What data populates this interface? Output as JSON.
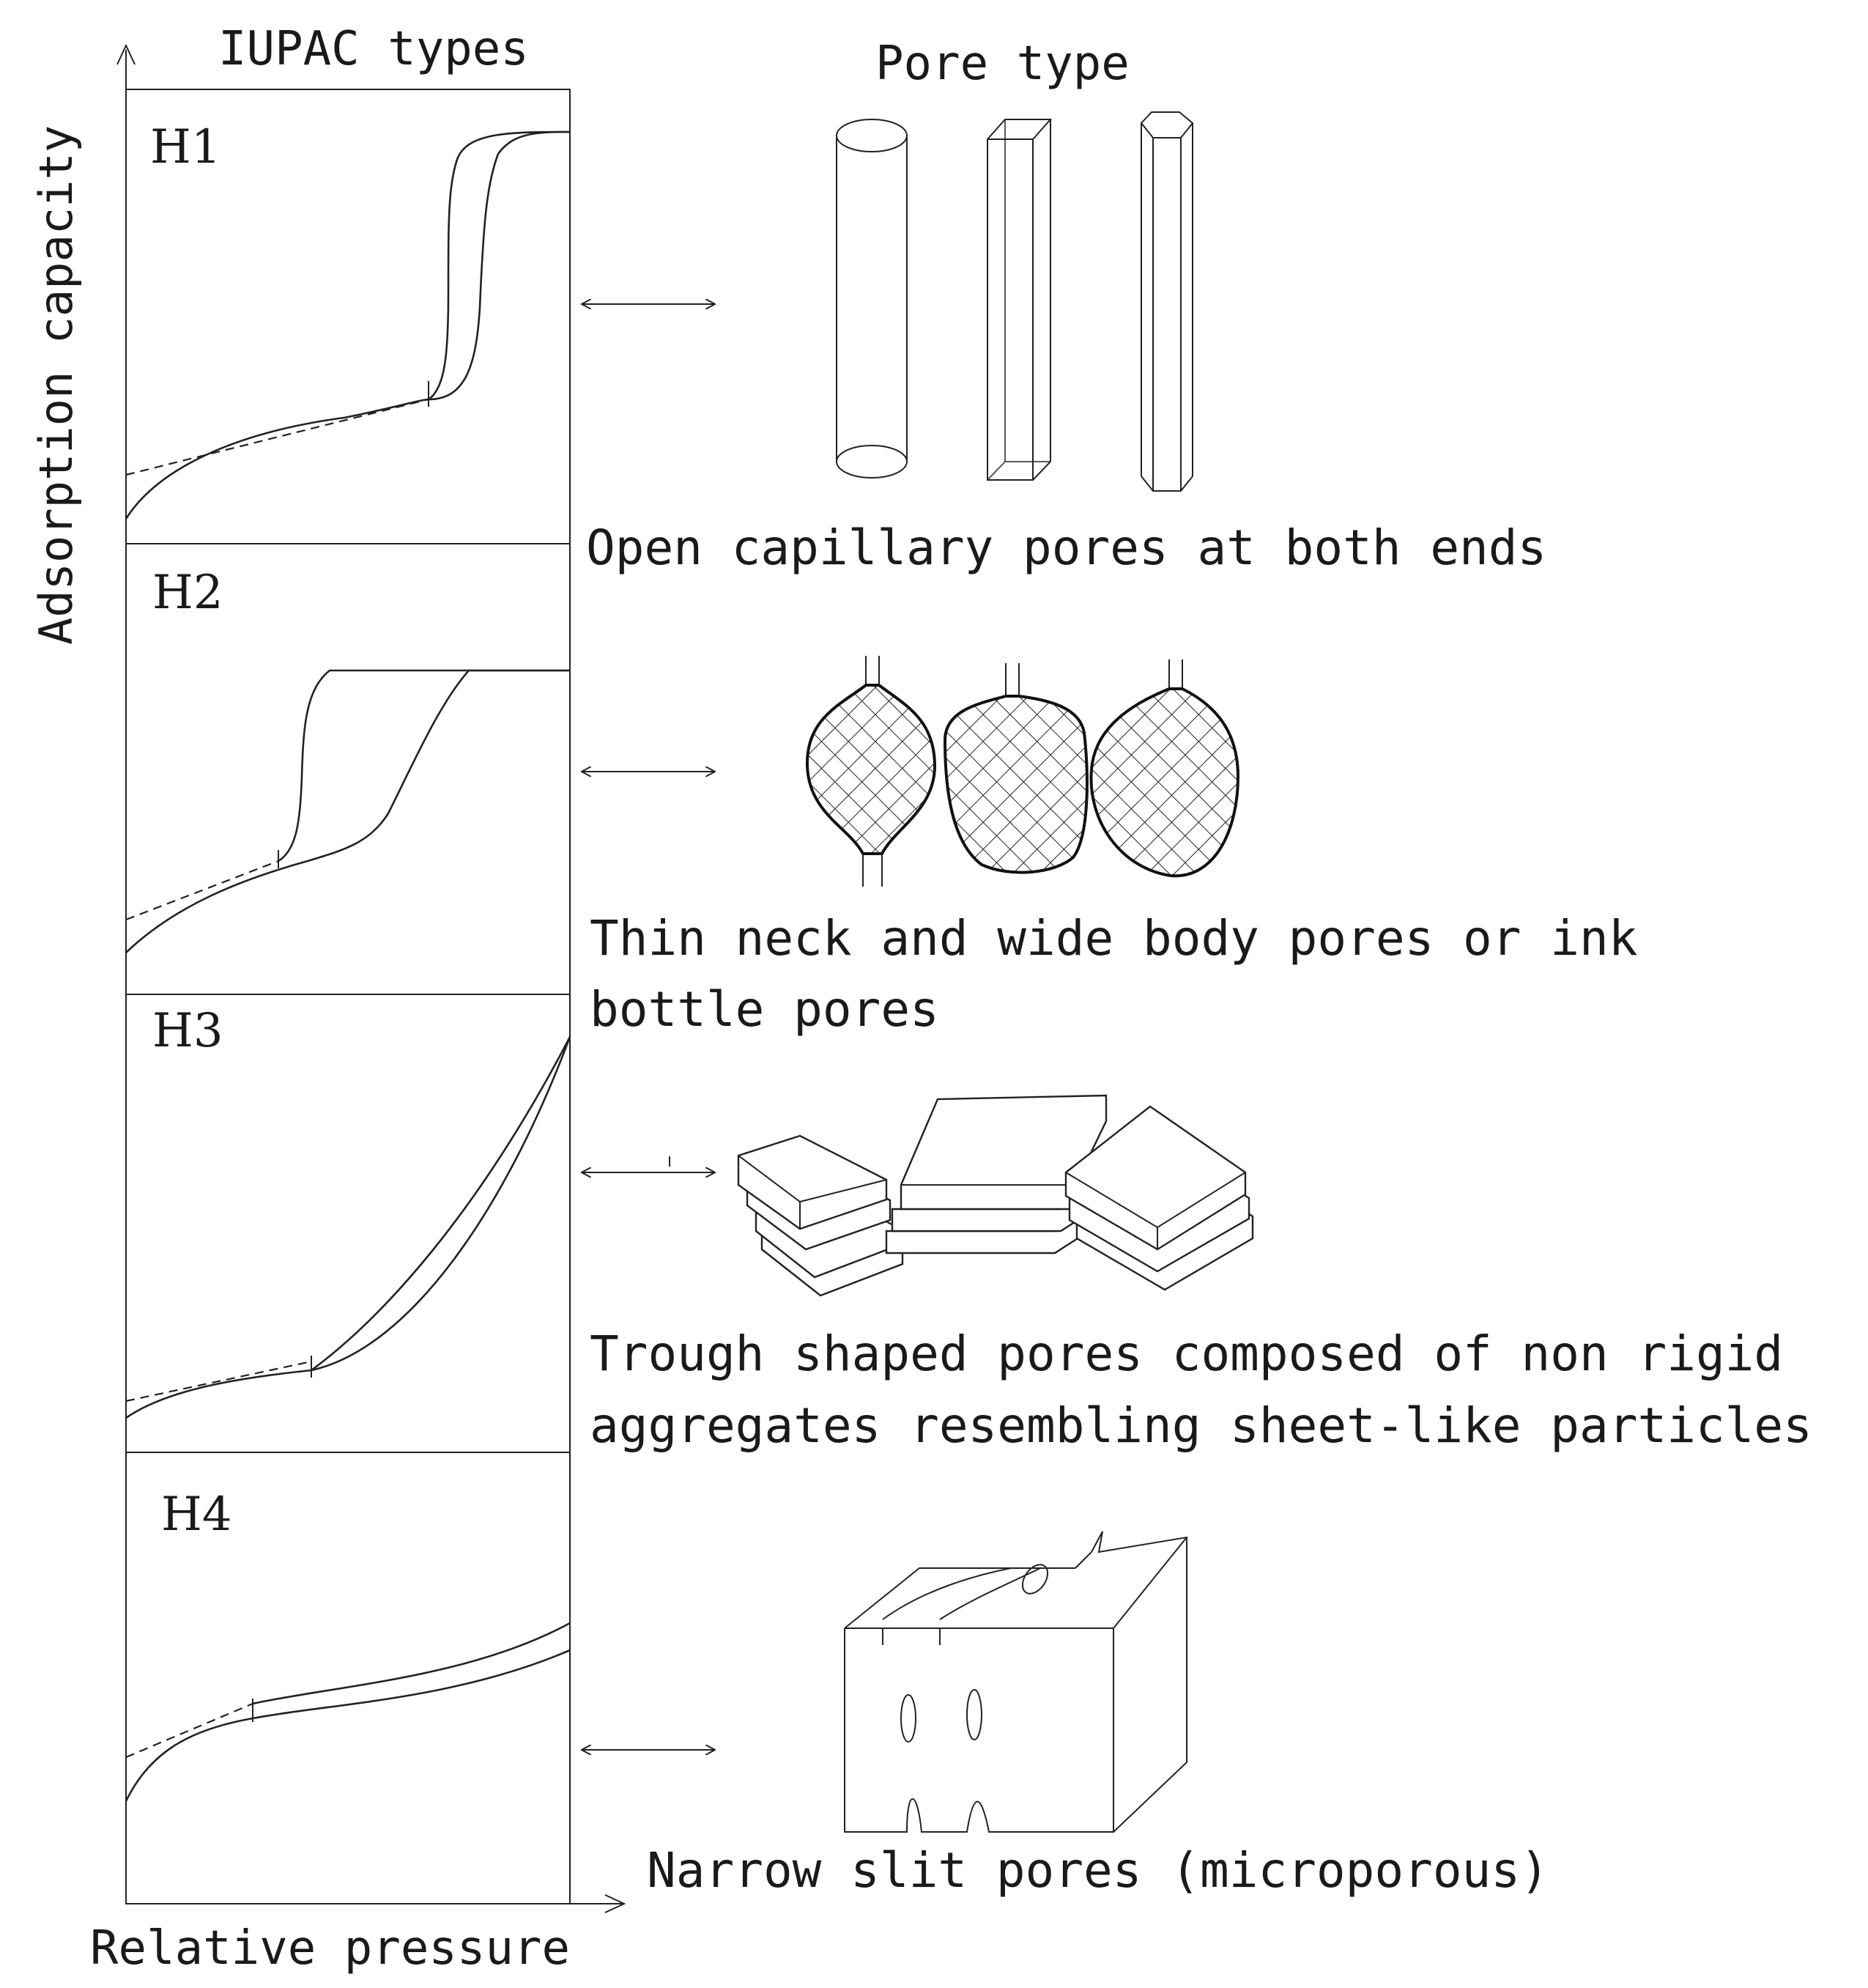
{
  "header": {
    "iupac_title": "IUPAC types",
    "pore_title": "Pore type"
  },
  "axes": {
    "y_label": "Adsorption capacity",
    "x_label": "Relative pressure"
  },
  "panels": [
    {
      "id": "H1",
      "label": "H1",
      "description": "Open capillary pores at both ends"
    },
    {
      "id": "H2",
      "label": "H2",
      "description_line1": "Thin neck and wide body pores or ink",
      "description_line2": "bottle pores"
    },
    {
      "id": "H3",
      "label": "H3",
      "description_line1": "Trough shaped pores composed of non rigid",
      "description_line2": "aggregates resembling sheet-like particles"
    },
    {
      "id": "H4",
      "label": "H4",
      "description": "Narrow slit pores (microporous)"
    }
  ],
  "colors": {
    "ink": "#222222",
    "background": "#ffffff"
  },
  "icons": [
    "double-arrow-icon",
    "cylinder-pore-icon",
    "square-prism-pore-icon",
    "hexagonal-prism-pore-icon",
    "ink-bottle-pore-icon",
    "stacked-sheets-icon",
    "slit-block-icon"
  ]
}
